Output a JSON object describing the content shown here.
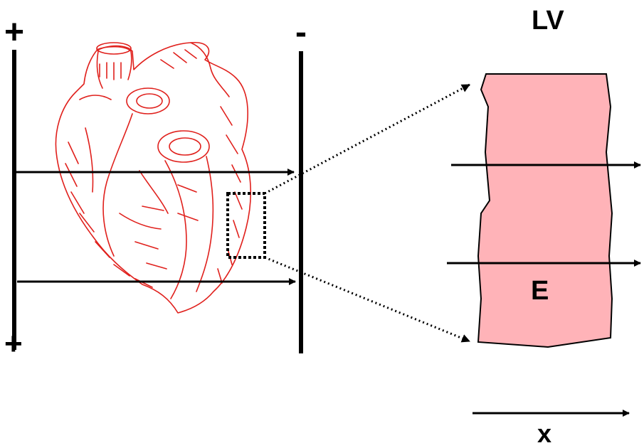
{
  "labels": {
    "plus_top": "+",
    "minus_top": "-",
    "plus_bottom": "+",
    "chamber": "LV",
    "field": "E",
    "axis": "x"
  },
  "colors": {
    "heart_line": "#e0201c",
    "tissue_fill": "#ffb3b8",
    "ink": "#000000"
  },
  "icons": {
    "heart": "heart-illustration-icon"
  }
}
